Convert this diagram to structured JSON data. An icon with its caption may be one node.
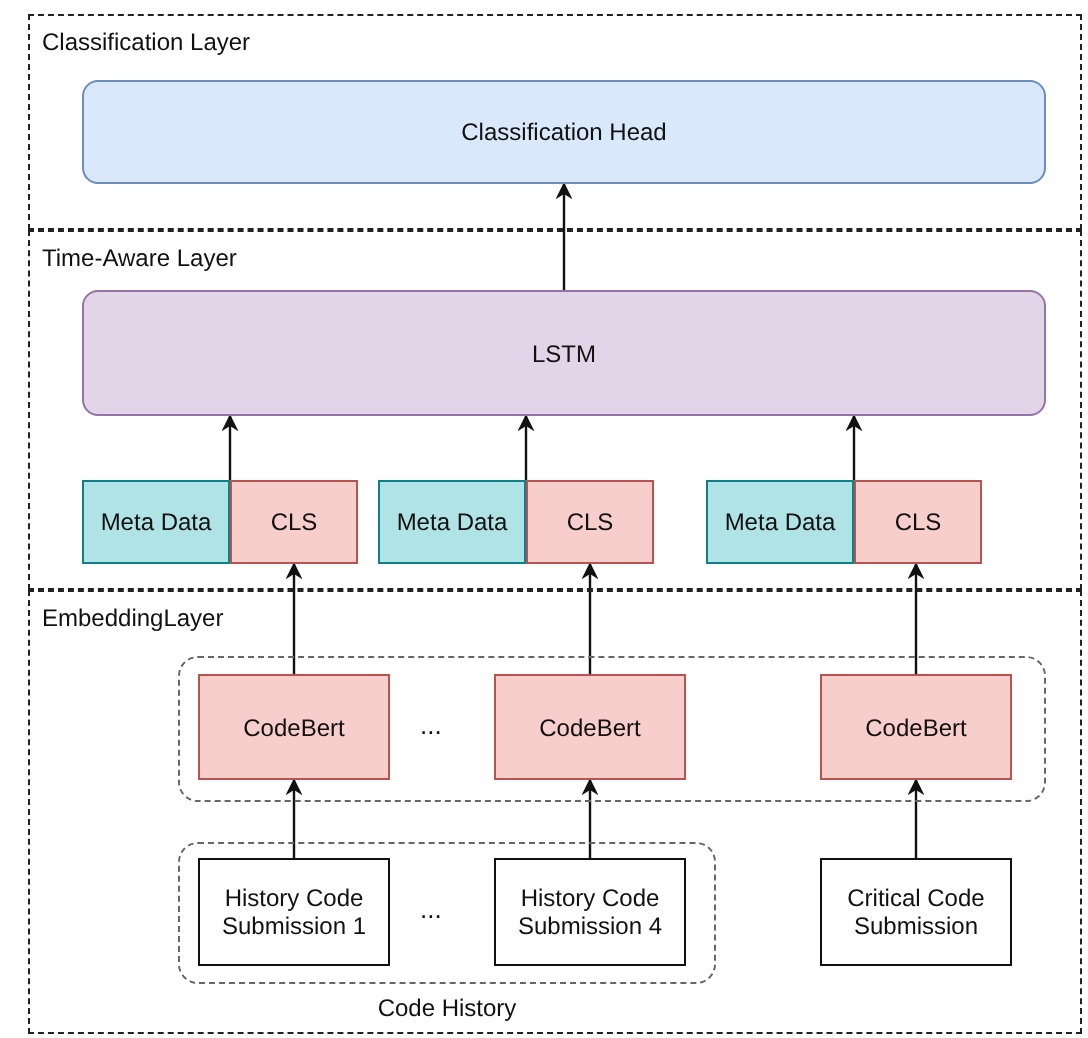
{
  "diagram": {
    "nodes": [
      {
        "text": [
          "Classification Layer"
        ]
      },
      {
        "text": [
          "Classification Head"
        ],
        "in": 0
      },
      {
        "text": [
          "Time-Aware Layer"
        ]
      },
      {
        "text": [
          "LSTM"
        ],
        "in": 2
      },
      {
        "text": [
          "Meta Data"
        ],
        "in": 2
      },
      {
        "text": [
          "CLS"
        ],
        "in": 2
      },
      {
        "text": [
          "Meta Data"
        ],
        "in": 2
      },
      {
        "text": [
          "CLS"
        ],
        "in": 2
      },
      {
        "text": [
          "Meta Data"
        ],
        "in": 2
      },
      {
        "text": [
          "CLS"
        ],
        "in": 2
      },
      {
        "text": [
          "EmbeddingLayer"
        ]
      },
      {
        "text": [],
        "shape": "box",
        "in": 10
      },
      {
        "text": [
          "CodeBert"
        ],
        "in": 11
      },
      {
        "text": [
          "CodeBert"
        ],
        "in": 11
      },
      {
        "text": [
          "CodeBert"
        ],
        "in": 11
      },
      {
        "text": [
          "Code History"
        ],
        "in": 10
      },
      {
        "text": [
          "History Code Submission 1"
        ],
        "in": 15
      },
      {
        "text": [
          "History Code Submission 4"
        ],
        "in": 15
      },
      {
        "text": [
          "Critical Code Submission"
        ],
        "in": 10
      }
    ],
    "edges": [
      {
        "from": 3,
        "to": 1,
        "arrow": "to"
      },
      {
        "from": 4,
        "to": 3,
        "arrow": "to"
      },
      {
        "from": 6,
        "to": 3,
        "arrow": "to"
      },
      {
        "from": 8,
        "to": 3,
        "arrow": "to"
      },
      {
        "from": 12,
        "to": 5,
        "arrow": "to"
      },
      {
        "from": 13,
        "to": 7,
        "arrow": "to"
      },
      {
        "from": 14,
        "to": 9,
        "arrow": "to"
      },
      {
        "from": 16,
        "to": 12,
        "arrow": "to"
      },
      {
        "from": 17,
        "to": 13,
        "arrow": "to"
      },
      {
        "from": 18,
        "to": 14,
        "arrow": "to"
      }
    ],
    "labels": [
      "...",
      "..."
    ]
  }
}
